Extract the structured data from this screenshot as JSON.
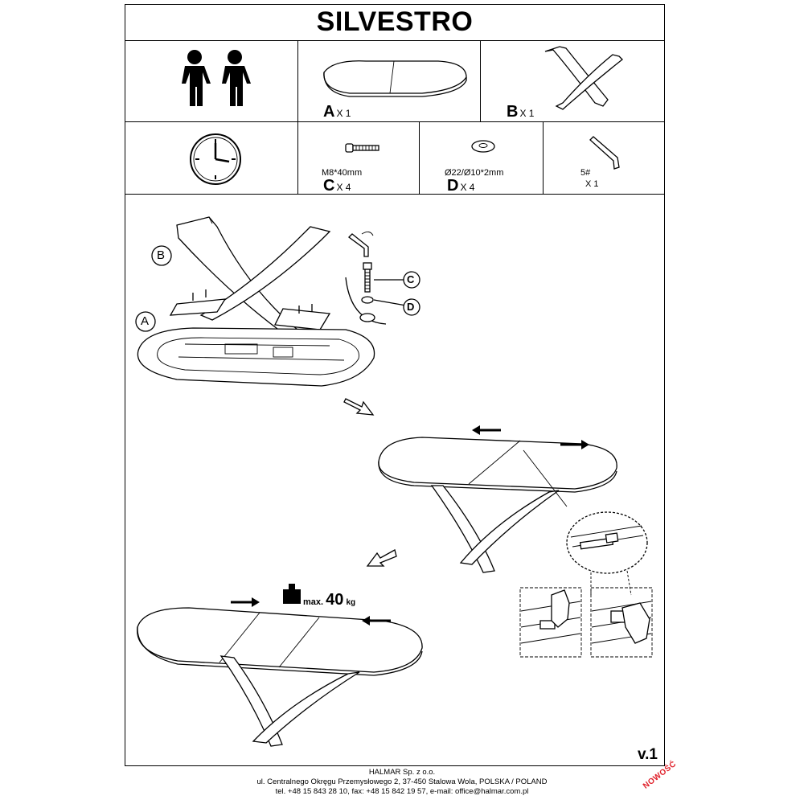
{
  "title": "SILVESTRO",
  "parts": [
    {
      "letter": "A",
      "qty": "X 1",
      "spec": ""
    },
    {
      "letter": "B",
      "qty": "X 1",
      "spec": ""
    },
    {
      "letter": "C",
      "qty": "X 4",
      "spec": "M8*40mm"
    },
    {
      "letter": "D",
      "qty": "X 4",
      "spec": "Ø22/Ø10*2mm"
    },
    {
      "letter": "",
      "qty": "X 1",
      "spec": "5#"
    }
  ],
  "callouts": {
    "a": "A",
    "b": "B",
    "c": "C",
    "d": "D"
  },
  "load": {
    "label": "max.",
    "value": "40",
    "unit": "kg"
  },
  "version": "v.1",
  "footer": {
    "line1": "HALMAR Sp. z o.o.",
    "line2": "ul. Centralnego Okręgu Przemysłowego 2, 37-450 Stalowa Wola, POLSKA / POLAND",
    "line3": "tel. +48 15 843 28 10, fax: +48 15 842 19 57, e-mail: office@halmar.com.pl"
  },
  "stamp": "NOWOŚĆ"
}
